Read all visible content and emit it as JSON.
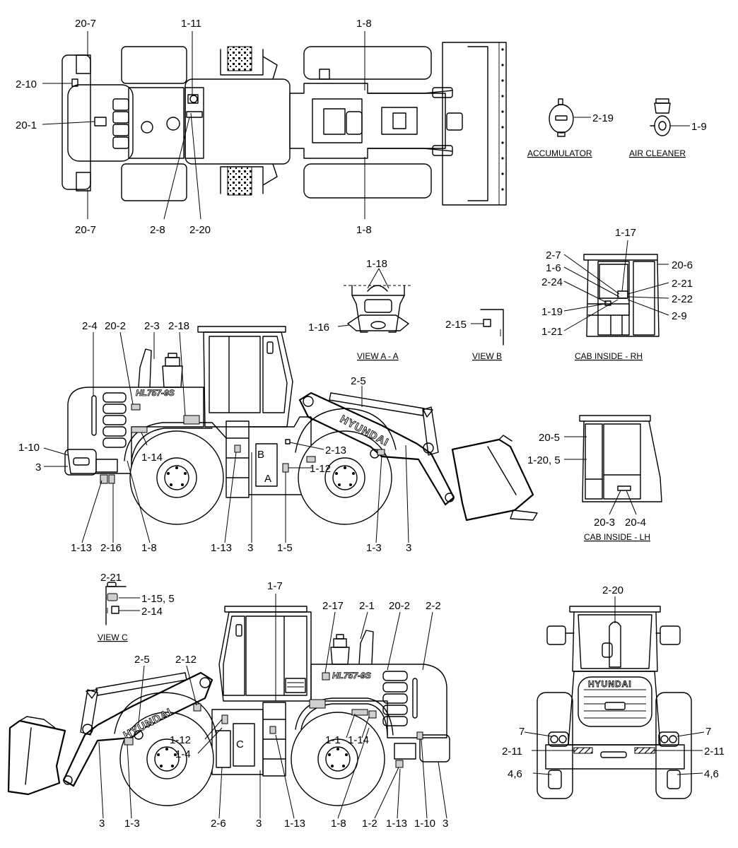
{
  "views": {
    "top": {
      "labels": [
        "20-7",
        "1-11",
        "1-8",
        "2-10",
        "20-1",
        "20-7",
        "2-8",
        "2-20",
        "1-8"
      ]
    },
    "accumulator": {
      "title": "ACCUMULATOR",
      "labels": [
        "2-19"
      ]
    },
    "air_cleaner": {
      "title": "AIR CLEANER",
      "labels": [
        "1-9"
      ]
    },
    "view_a": {
      "title": "VIEW A - A",
      "labels": [
        "1-18",
        "1-16"
      ]
    },
    "view_b": {
      "title": "VIEW B",
      "labels": [
        "2-15"
      ]
    },
    "cab_rh": {
      "title": "CAB INSIDE - RH",
      "labels": [
        "1-17",
        "2-7",
        "1-6",
        "2-24",
        "1-19",
        "1-21",
        "20-6",
        "2-21",
        "2-22",
        "2-9"
      ]
    },
    "cab_lh": {
      "title": "CAB INSIDE - LH",
      "labels": [
        "20-5",
        "1-20, 5",
        "20-3",
        "20-4"
      ]
    },
    "side_lh": {
      "brand": "HYUNDAI",
      "model": "HL757-9S",
      "marker_a": "A",
      "marker_b": "B",
      "labels": [
        "2-4",
        "20-2",
        "2-3",
        "2-18",
        "2-5",
        "1-10",
        "3",
        "1-14",
        "2-13",
        "1-12",
        "1-13",
        "2-16",
        "1-8",
        "1-13",
        "3",
        "1-5",
        "1-3",
        "3"
      ]
    },
    "view_c": {
      "title": "VIEW C",
      "labels": [
        "2-21",
        "1-15, 5",
        "2-14"
      ]
    },
    "side_rh": {
      "brand": "HYUNDAI",
      "model": "HL757-9S",
      "marker_c": "C",
      "labels": [
        "1-7",
        "2-17",
        "2-1",
        "20-2",
        "2-2",
        "2-5",
        "2-12",
        "1-12",
        "1-4",
        "1-1",
        "1-14",
        "3",
        "1-3",
        "2-6",
        "3",
        "1-13",
        "1-8",
        "1-2",
        "1-13",
        "1-10",
        "3"
      ]
    },
    "rear": {
      "brand": "HYUNDAI",
      "labels": [
        "2-20",
        "7",
        "2-11",
        "4,6",
        "7",
        "2-11",
        "4,6"
      ]
    }
  }
}
